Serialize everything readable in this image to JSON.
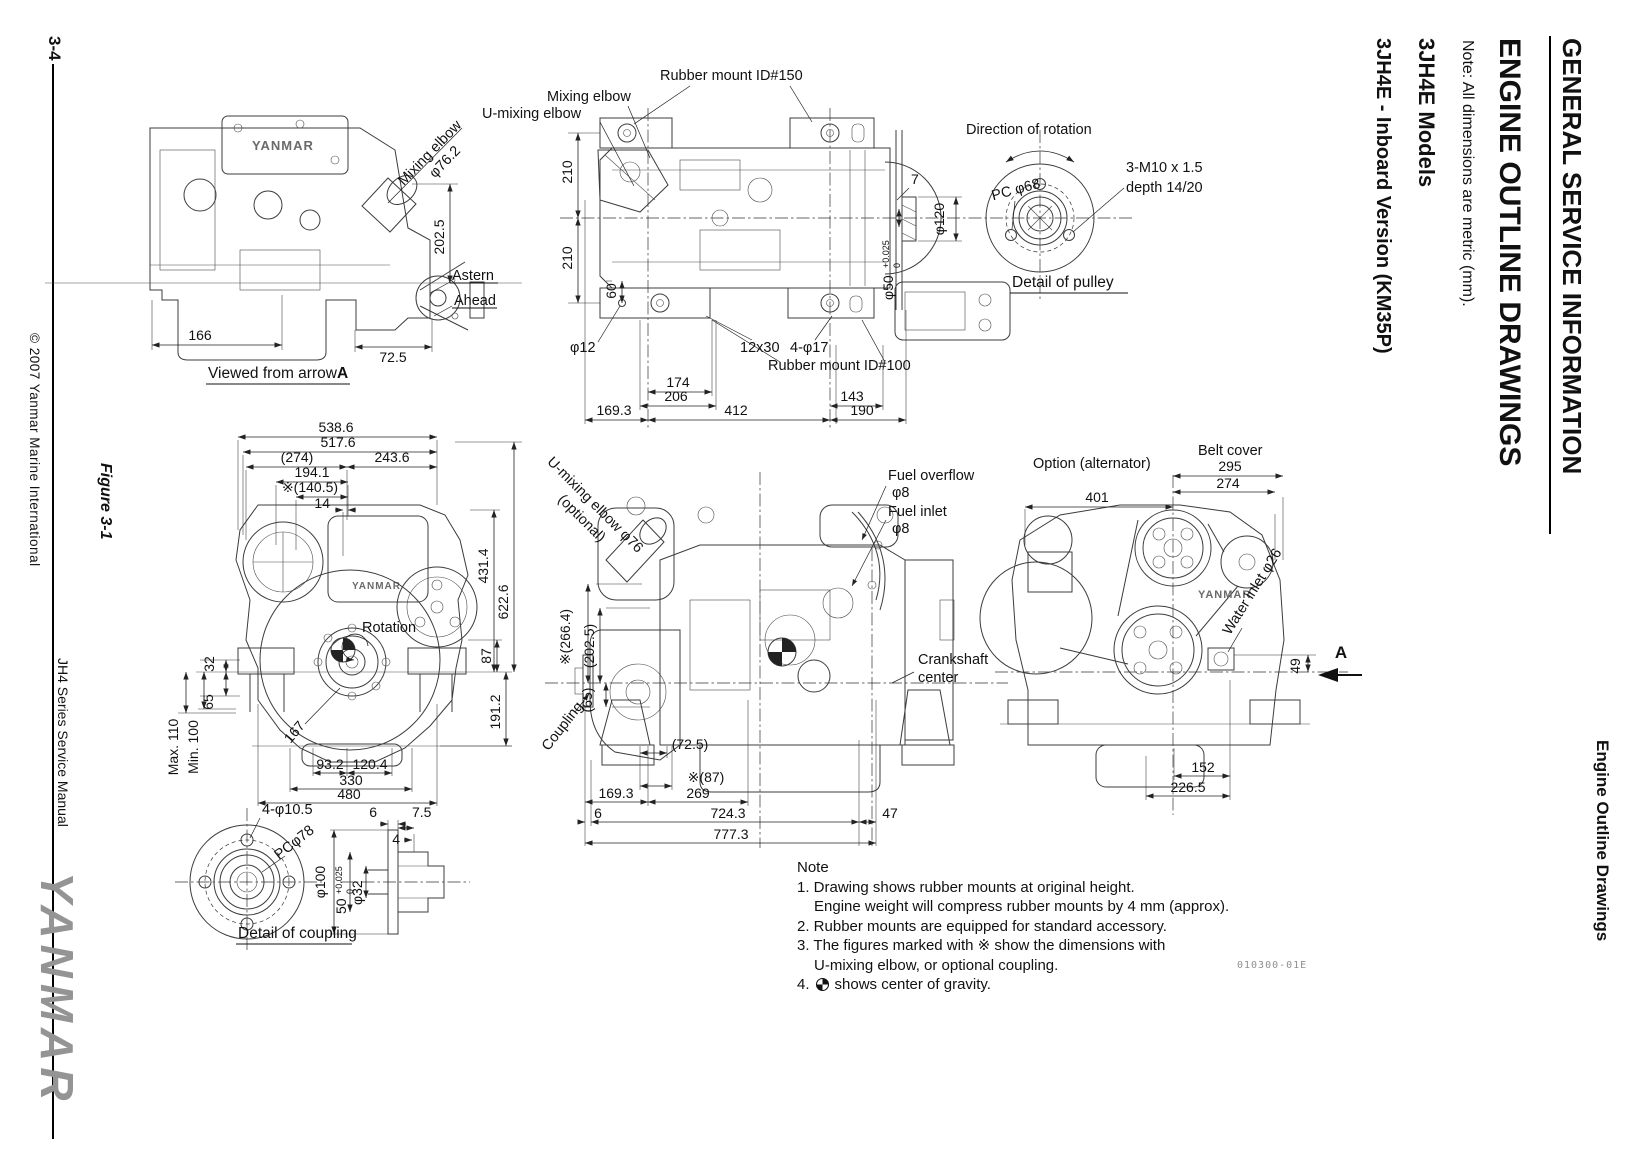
{
  "rm": {
    "chapter": "GENERAL SERVICE INFORMATION",
    "title": "ENGINE OUTLINE DRAWINGS",
    "note": "Note: All dimensions are metric (mm).",
    "models": "3JH4E Models",
    "variant": "3JH4E - Inboard Version (KM35P)",
    "footer": "Engine Outline Drawings",
    "doc_code": "010300-01E"
  },
  "lm": {
    "page_no": "3-4",
    "copyright": "© 2007 Yanmar Marine International",
    "figure": "Figure 3-1",
    "manual": "JH4 Series Service Manual",
    "logo": "YANMAR"
  },
  "va": {
    "brand": "YANMAR",
    "elbow": "Mixing elbow",
    "elbow_d": "φ76.2",
    "d202": "202.5",
    "astern": "Astern",
    "ahead": "Ahead",
    "d166": "166",
    "d72": "72.5",
    "cap1": "Viewed from arrow",
    "cap2": "A"
  },
  "tv": {
    "mixing": "Mixing elbow",
    "umixing": "U-mixing elbow",
    "rm150": "Rubber mount ID#150",
    "rm100": "Rubber mount ID#100",
    "d210a": "210",
    "d210b": "210",
    "d60": "60",
    "d12": "φ12",
    "slot": "12x30",
    "holes": "4-φ17",
    "d174": "174",
    "d206": "206",
    "d169": "169.3",
    "d412": "412",
    "d143": "143",
    "d190": "190",
    "d7": "7",
    "d120": "φ120",
    "d50": "φ50",
    "d50t1": "+0.025",
    "d50t2": "0"
  },
  "pd": {
    "dir": "Direction of rotation",
    "pc": "PC φ68",
    "bolt": "3-M10 x 1.5",
    "depth": "depth 14/20",
    "cap": "Detail of pulley"
  },
  "fv": {
    "brand": "YANMAR",
    "d538": "538.6",
    "d517": "517.6",
    "d274": "(274)",
    "d243": "243.6",
    "d194": "194.1",
    "d140": "※(140.5)",
    "d14": "14",
    "d431": "431.4",
    "d622": "622.6",
    "d87": "87",
    "d191": "191.2",
    "d32": "32",
    "d65": "65",
    "dmax": "Max. 110",
    "dmin": "Min. 100",
    "rot": "Rotation",
    "d167": "167",
    "d93": "93.2",
    "d120": "120.4",
    "d330": "330",
    "d480": "480"
  },
  "sv": {
    "umix": "U-mixing elbow φ76",
    "opt": "(optional)",
    "fo": "Fuel overflow",
    "fod": "φ8",
    "fi": "Fuel inlet",
    "fid": "φ8",
    "crank1": "Crankshaft",
    "crank2": "center",
    "coupling": "Coupling",
    "d266": "※(266.4)",
    "d202": "(202.5)",
    "d65": "(65)",
    "d72": "(72.5)",
    "d87": "※(87)",
    "d169": "169.3",
    "d269": "269",
    "d6": "6",
    "d724": "724.3",
    "d47": "47",
    "d777": "777.3"
  },
  "rv": {
    "brand": "YANMAR",
    "option": "Option (alternator)",
    "d401": "401",
    "belt": "Belt cover",
    "d295": "295",
    "d274": "274",
    "water": "Water inlet φ26",
    "d49": "49",
    "arrow": "A",
    "d152": "152",
    "d226": "226.5"
  },
  "cd": {
    "holes": "4-φ10.5",
    "pc": "PCφ78",
    "d6": "6",
    "d75": "7.5",
    "d4": "4",
    "d100": "φ100",
    "d50": "50",
    "d50t1": "+0.025",
    "d50t2": "0",
    "d32": "φ32",
    "cap": "Detail of coupling"
  },
  "note": {
    "title": "Note",
    "item1a": "1. Drawing shows rubber mounts at original height.",
    "item1b": "Engine weight will compress rubber mounts by 4 mm (approx).",
    "item2": "2. Rubber mounts are equipped for standard accessory.",
    "item3a": "3. The figures marked with ※ show the dimensions with",
    "item3b": "U-mixing elbow, or optional coupling.",
    "item4a": "4.",
    "item4b": "shows center of gravity."
  }
}
